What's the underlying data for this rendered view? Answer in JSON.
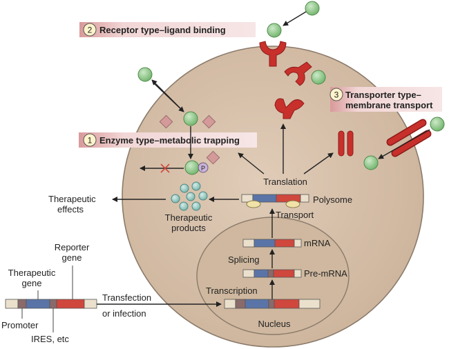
{
  "mechanisms": [
    {
      "number": "1",
      "label": "Enzyme type–metabolic trapping"
    },
    {
      "number": "2",
      "label": "Receptor type–ligand binding"
    },
    {
      "number": "3",
      "label_line1": "Transporter type–",
      "label_line2": "membrane transport"
    }
  ],
  "phosphate_label": "P",
  "processes": {
    "translation": "Translation",
    "polysome": "Polysome",
    "transport": "Transport",
    "mrna": "mRNA",
    "splicing": "Splicing",
    "pre_mrna": "Pre-mRNA",
    "transcription": "Transcription",
    "nucleus": "Nucleus"
  },
  "outcomes": {
    "therapeutic_effects_line1": "Therapeutic",
    "therapeutic_effects_line2": "effects",
    "therapeutic_products_line1": "Therapeutic",
    "therapeutic_products_line2": "products"
  },
  "construct": {
    "reporter_gene_line1": "Reporter",
    "reporter_gene_line2": "gene",
    "therapeutic_gene_line1": "Therapeutic",
    "therapeutic_gene_line2": "gene",
    "promoter": "Promoter",
    "ires": "IRES, etc",
    "transfection_line1": "Transfection",
    "transfection_line2": "or infection"
  },
  "colors": {
    "cell_fill": "#d9c3ae",
    "cell_stroke": "#8a7a6a",
    "nucleus_fill": "#cfb89f",
    "label_band": "#f0d0d0",
    "label_band_edge": "#c27a7a",
    "ligand": "#8fca8a",
    "ligand_stroke": "#4f8a4a",
    "receptor": "#c8302c",
    "receptor_dark": "#8e1c19",
    "diamond": "#d49a9a",
    "product": "#8fc4bc",
    "therapeutic_segment": "#5a74a8",
    "reporter_segment": "#d0473d",
    "construct_end": "#eae0cc",
    "ribosome": "#f1e3a8",
    "phosphate": "#c9b3d9",
    "cross": "#d0473d"
  }
}
